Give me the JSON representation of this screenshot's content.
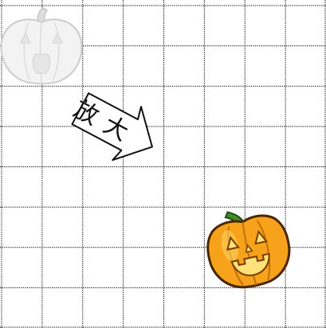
{
  "puzzle": {
    "grid": {
      "columns": 8,
      "rows": 8,
      "line_color": "#1a1a1a"
    },
    "source_piece": {
      "name": "pumpkin",
      "icon": "ghost-pumpkin-icon",
      "state": "faded",
      "colors": {
        "body": "#f2f2f2",
        "outline": "#c8c8c8",
        "stem": "#d8d8d8"
      }
    },
    "transform_arrow": {
      "label": "放大",
      "icon": "arrow-right-icon",
      "color": "#111111"
    },
    "target_piece": {
      "name": "pumpkin",
      "icon": "jack-o-lantern-icon",
      "state": "colored",
      "colors": {
        "body": "#f6a21a",
        "highlight": "#ffd966",
        "outline": "#4a2600",
        "stem": "#3e8e2a",
        "face": "#ffe27a"
      }
    }
  }
}
